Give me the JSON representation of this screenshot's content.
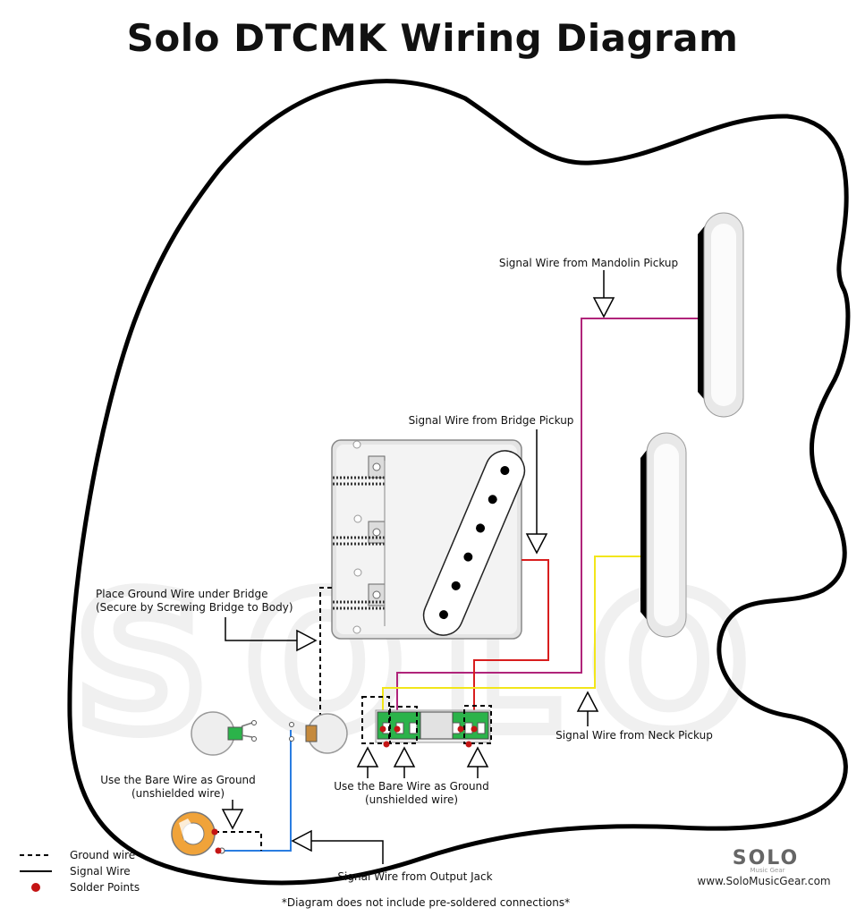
{
  "title": "Solo DTCMK Wiring Diagram",
  "labels": {
    "mandolin_signal": "Signal Wire from Mandolin Pickup",
    "bridge_signal": "Signal Wire from Bridge Pickup",
    "ground_bridge_line1": "Place Ground Wire under Bridge",
    "ground_bridge_line2": "(Secure by Screwing Bridge to Body)",
    "neck_signal": "Signal Wire from Neck Pickup",
    "bare_ground_left_line1": "Use the Bare Wire as Ground",
    "bare_ground_left_line2": "(unshielded wire)",
    "bare_ground_switch_line1": "Use the Bare Wire as Ground",
    "bare_ground_switch_line2": "(unshielded wire)",
    "output_jack_signal": "Signal Wire from Output Jack"
  },
  "legend": {
    "ground": "Ground wire",
    "signal": "Signal Wire",
    "solder": "Solder Points"
  },
  "footnote": "*Diagram does not include pre-soldered connections*",
  "brand": {
    "name": "SOLO",
    "tagline": "Music Gear",
    "url": "www.SoloMusicGear.com"
  },
  "watermark": "SOLO",
  "colors": {
    "mandolin_wire": "#b0247a",
    "bridge_wire": "#d81e1e",
    "neck_wire": "#f2e61a",
    "output_wire": "#2a7de1",
    "solder": "#c41414"
  }
}
